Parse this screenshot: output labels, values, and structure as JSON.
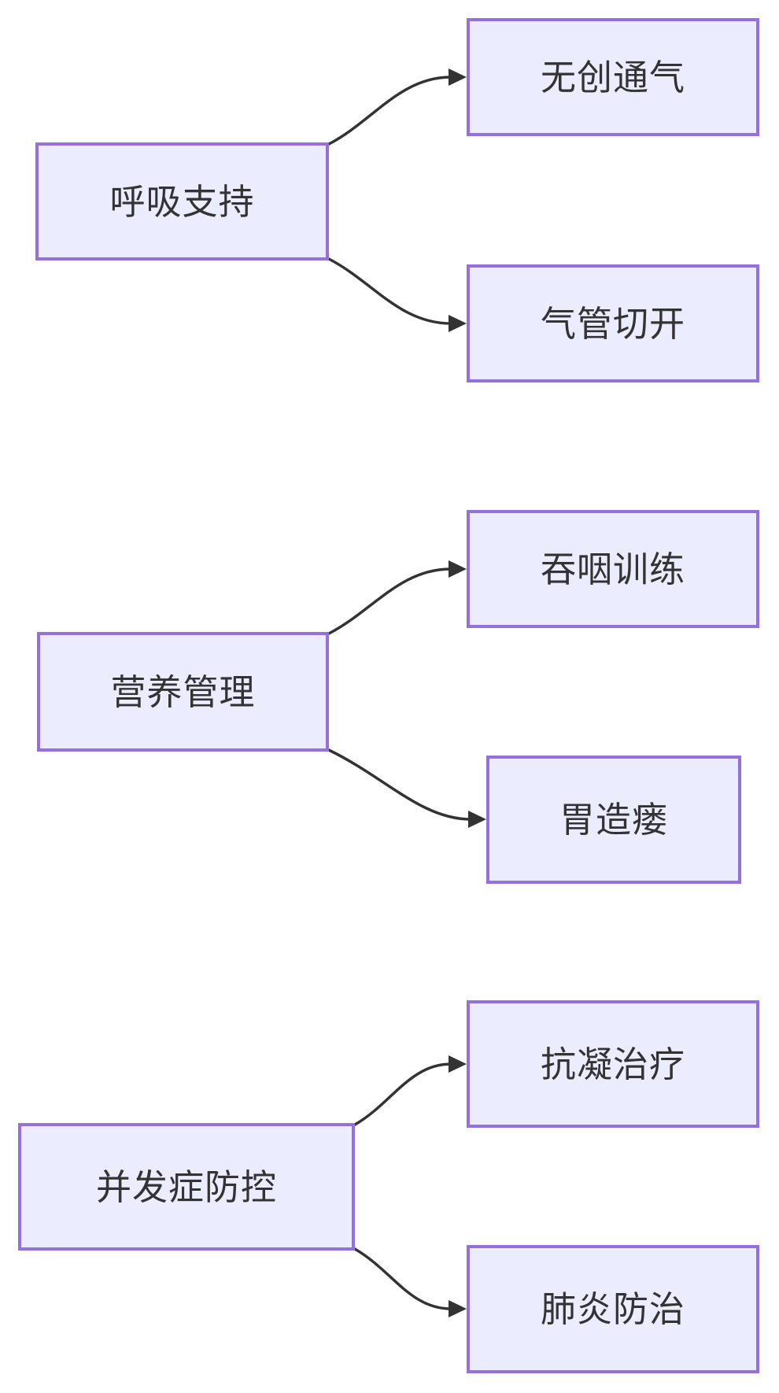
{
  "diagram": {
    "type": "flowchart",
    "direction": "left-to-right",
    "colors": {
      "background": "#ffffff",
      "node_fill": "#ECECFF",
      "node_border": "#9370DB",
      "edge_color": "#333333",
      "text_color": "#333333"
    },
    "groups": [
      {
        "parent": {
          "label": "呼吸支持"
        },
        "children": [
          {
            "label": "无创通气"
          },
          {
            "label": "气管切开"
          }
        ]
      },
      {
        "parent": {
          "label": "营养管理"
        },
        "children": [
          {
            "label": "吞咽训练"
          },
          {
            "label": "胃造瘘"
          }
        ]
      },
      {
        "parent": {
          "label": "并发症防控"
        },
        "children": [
          {
            "label": "抗凝治疗"
          },
          {
            "label": "肺炎防治"
          }
        ]
      }
    ]
  }
}
